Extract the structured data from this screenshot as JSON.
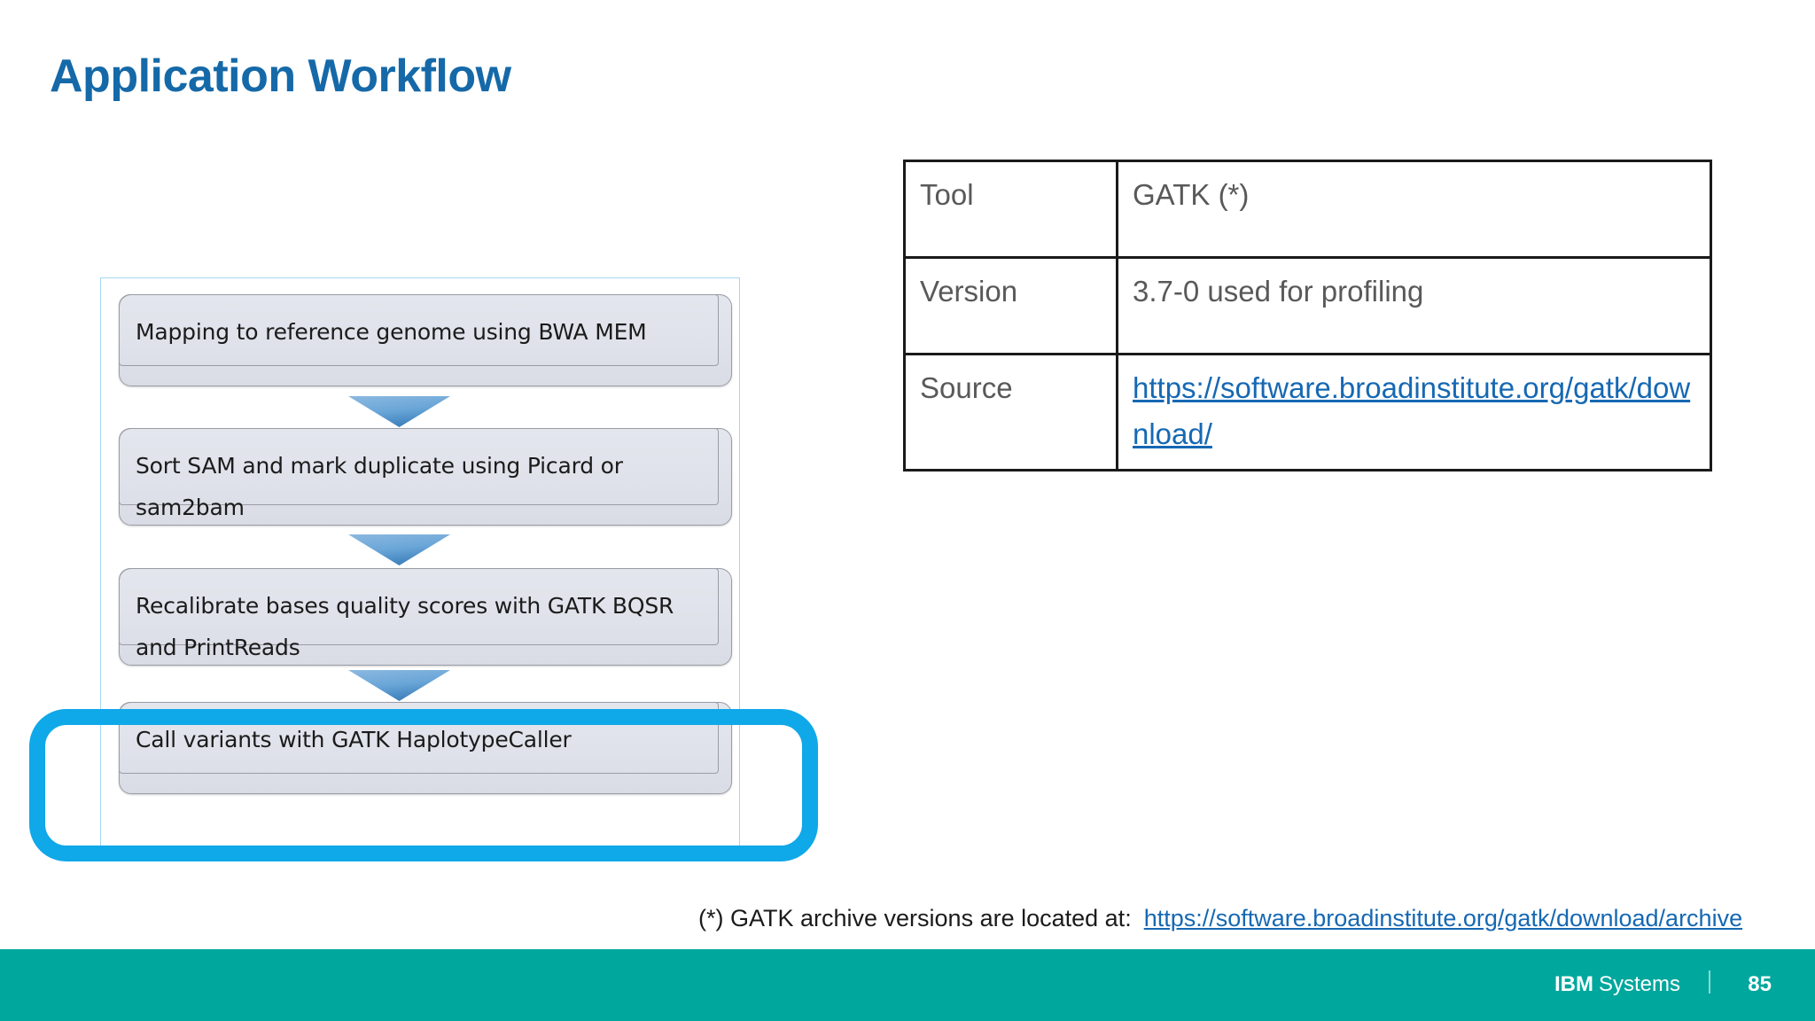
{
  "slide": {
    "title": "Application Workflow",
    "title_color": "#1569a8"
  },
  "flow": {
    "panel_border_color": "#a8d6ef",
    "arrow_color": "#5b9bd5",
    "steps": [
      {
        "label": "Mapping to reference genome using BWA MEM"
      },
      {
        "label": "Sort SAM and mark duplicate using Picard or sam2bam"
      },
      {
        "label": "Recalibrate bases quality scores with GATK BQSR and PrintReads"
      },
      {
        "label": "Call variants with GATK HaplotypeCaller"
      }
    ],
    "highlight": {
      "target_step": "Call variants with GATK HaplotypeCaller",
      "color": "#0fa8e8"
    }
  },
  "table": {
    "border_color": "#1a1a1a",
    "text_color": "#595959",
    "link_color": "#1668b3",
    "rows": [
      {
        "label": "Tool",
        "value": "GATK (*)",
        "is_link": false
      },
      {
        "label": "Version",
        "value": "3.7-0 used for profiling",
        "is_link": false
      },
      {
        "label": "Source",
        "value": "https://software.broadinstitute.org/gatk/download/",
        "is_link": true
      }
    ]
  },
  "footnote": {
    "text": "(*) GATK archive versions are located at:",
    "link": "https://software.broadinstitute.org/gatk/download/archive"
  },
  "footer": {
    "bar_color": "#00a79d",
    "brand_bold": "IBM",
    "brand_rest": "Systems",
    "page_number": "85"
  }
}
